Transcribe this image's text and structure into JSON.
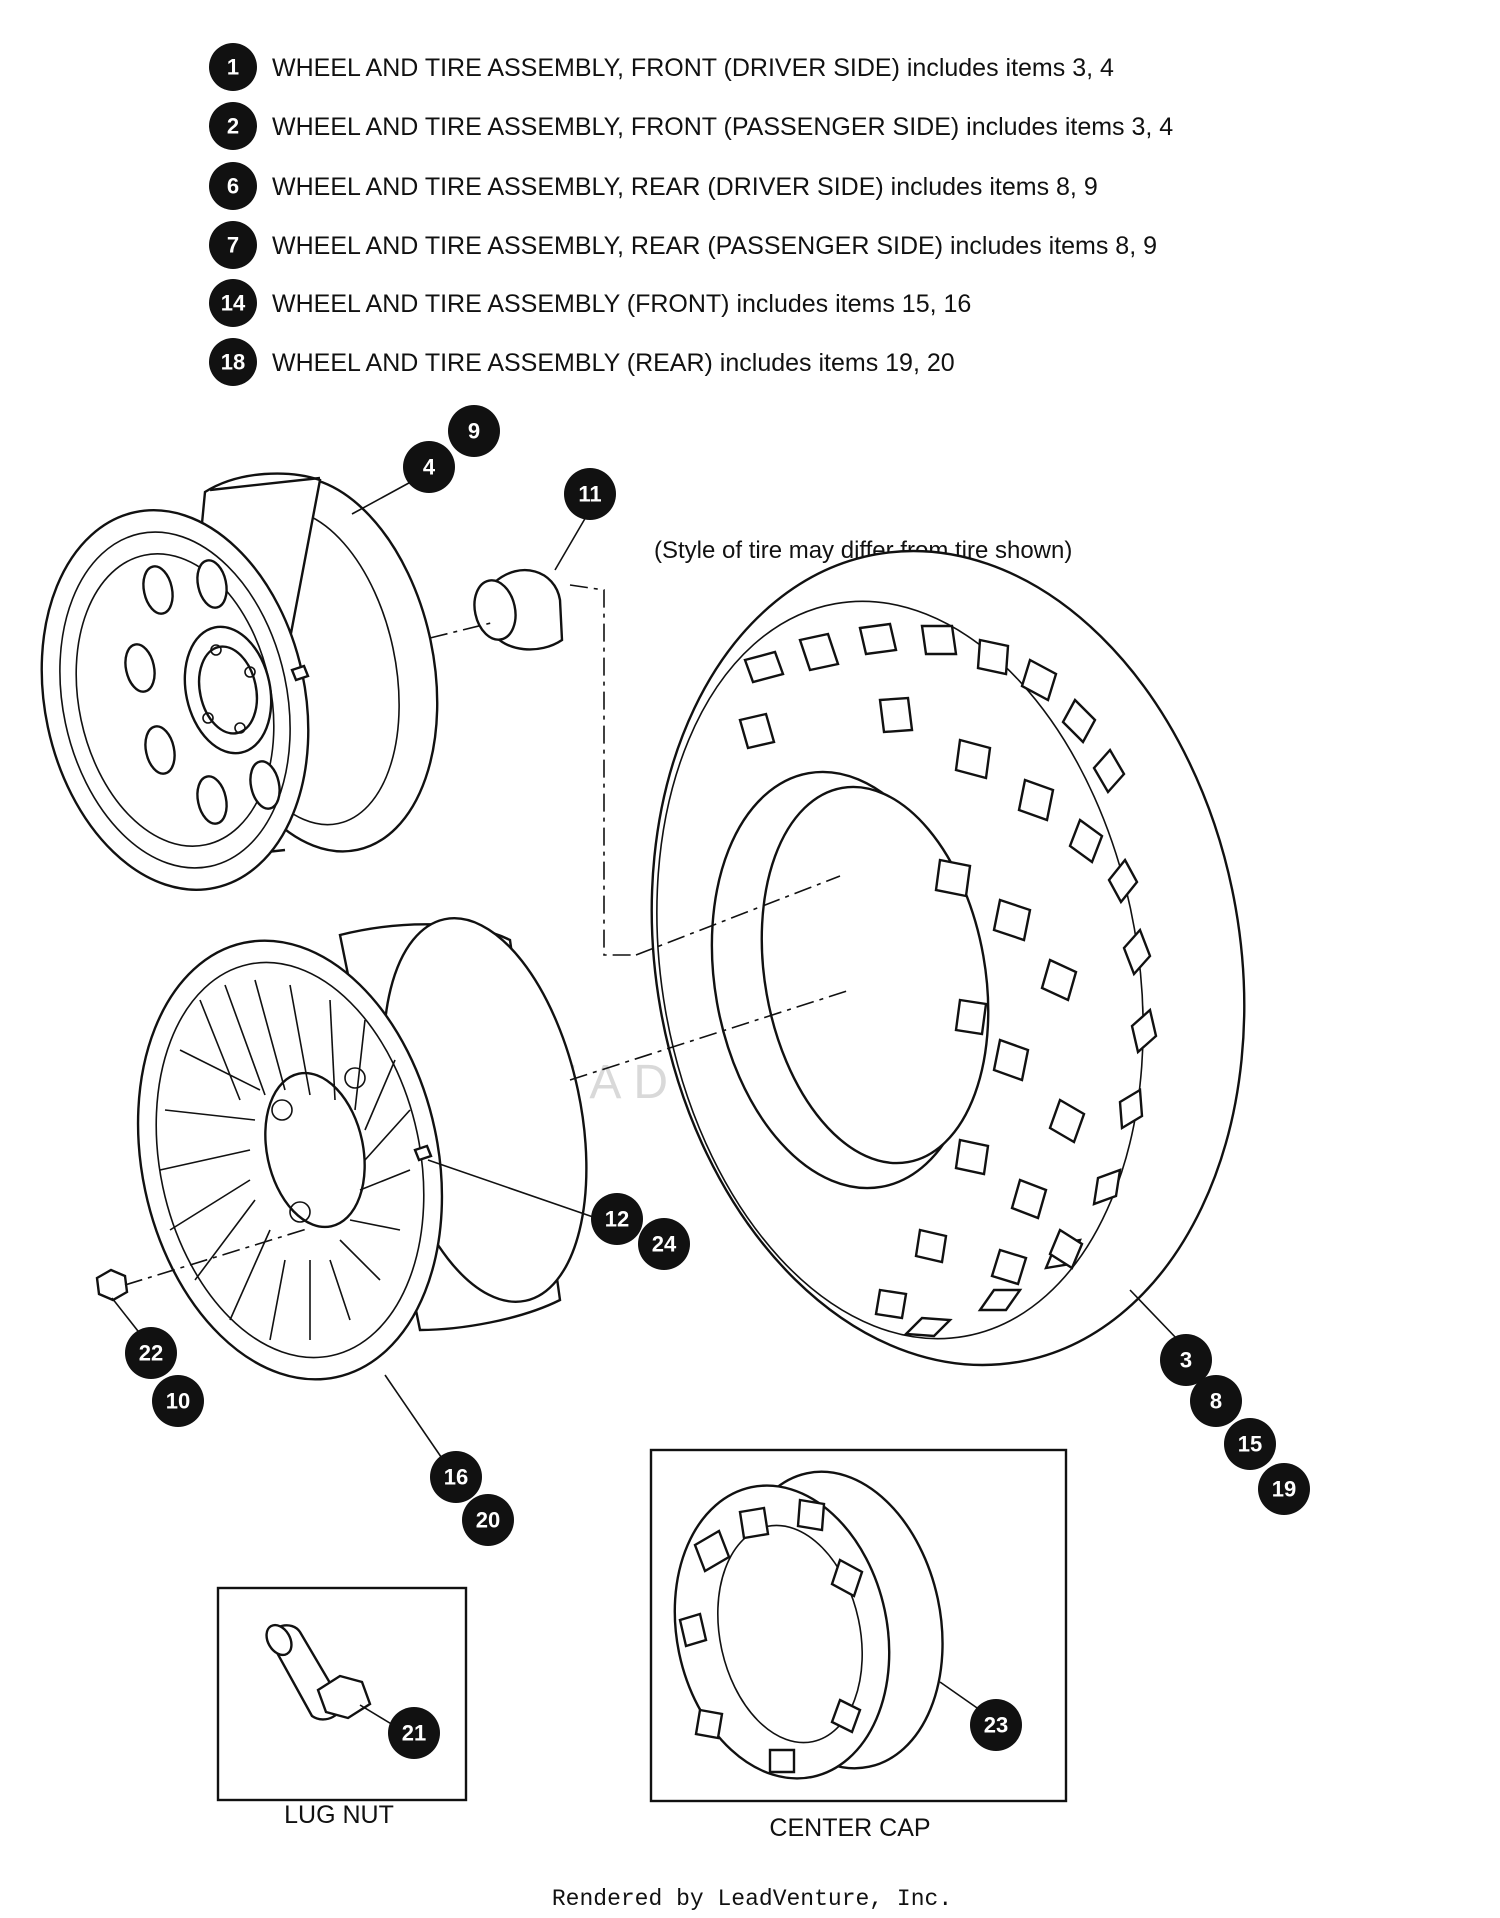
{
  "legend": [
    {
      "num": "1",
      "text": "WHEEL AND TIRE ASSEMBLY, FRONT (DRIVER SIDE) includes items 3, 4"
    },
    {
      "num": "2",
      "text": "WHEEL AND TIRE ASSEMBLY, FRONT (PASSENGER SIDE) includes items 3, 4"
    },
    {
      "num": "6",
      "text": "WHEEL AND TIRE ASSEMBLY, REAR (DRIVER SIDE) includes items 8, 9"
    },
    {
      "num": "7",
      "text": "WHEEL AND TIRE ASSEMBLY, REAR (PASSENGER SIDE) includes items 8, 9"
    },
    {
      "num": "14",
      "text": "WHEEL AND TIRE ASSEMBLY (FRONT) includes items 15, 16"
    },
    {
      "num": "18",
      "text": "WHEEL AND TIRE ASSEMBLY (REAR) includes items 19, 20"
    }
  ],
  "note": "(Style of tire may differ from tire shown)",
  "callouts": {
    "c9": "9",
    "c4": "4",
    "c11": "11",
    "c12": "12",
    "c24": "24",
    "c22": "22",
    "c10": "10",
    "c16": "16",
    "c20": "20",
    "c3": "3",
    "c8": "8",
    "c15": "15",
    "c19": "19",
    "c21": "21",
    "c23": "23"
  },
  "insets": {
    "lug_nut": "LUG NUT",
    "center_cap": "CENTER CAP"
  },
  "watermark": "LEADVENTURE",
  "footer": "Rendered by LeadVenture, Inc."
}
